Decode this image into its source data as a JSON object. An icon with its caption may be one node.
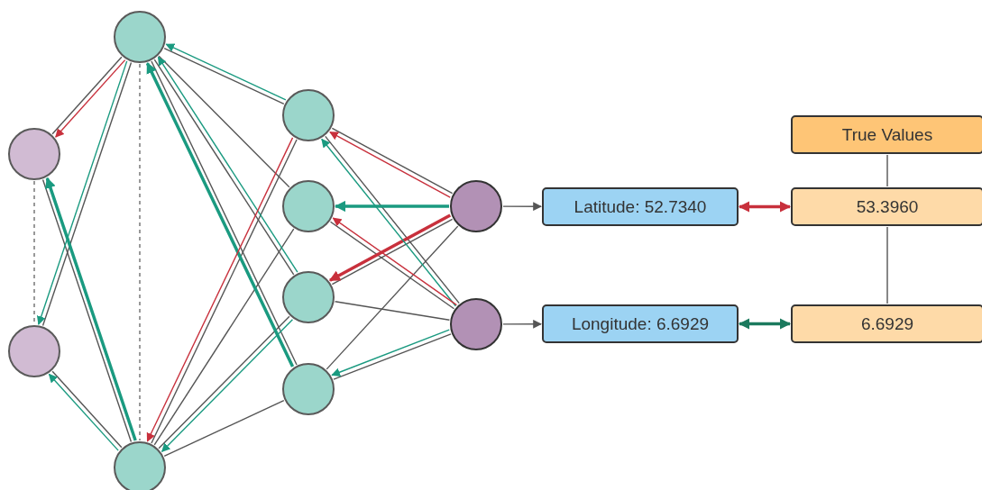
{
  "diagram": {
    "nodes": [
      {
        "text": [],
        "shape": "circle"
      },
      {
        "text": [],
        "shape": "circle"
      },
      {
        "text": [],
        "shape": "circle"
      },
      {
        "text": [],
        "shape": "circle"
      },
      {
        "text": [],
        "shape": "circle"
      },
      {
        "text": [],
        "shape": "circle"
      },
      {
        "text": [],
        "shape": "circle"
      },
      {
        "text": [],
        "shape": "circle"
      },
      {
        "text": [],
        "shape": "circle"
      },
      {
        "text": [],
        "shape": "circle"
      },
      {
        "text": [
          "Latitude: 52.7340"
        ]
      },
      {
        "text": [
          "Longitude: 6.6929"
        ]
      },
      {
        "text": [
          "True Values"
        ]
      },
      {
        "text": [
          "53.3960"
        ]
      },
      {
        "text": [
          "6.6929"
        ]
      }
    ],
    "edges": [
      {
        "from": 0,
        "to": 1,
        "arrow": "none",
        "style": "dashed"
      },
      {
        "from": 2,
        "to": 3,
        "arrow": "none",
        "style": "dashed"
      },
      {
        "from": 0,
        "to": 2,
        "arrow": "none"
      },
      {
        "from": 0,
        "to": 3,
        "arrow": "none"
      },
      {
        "from": 1,
        "to": 2,
        "arrow": "none"
      },
      {
        "from": 1,
        "to": 3,
        "arrow": "none"
      },
      {
        "from": 2,
        "to": 4,
        "arrow": "none"
      },
      {
        "from": 2,
        "to": 5,
        "arrow": "none"
      },
      {
        "from": 2,
        "to": 6,
        "arrow": "none"
      },
      {
        "from": 2,
        "to": 7,
        "arrow": "none"
      },
      {
        "from": 3,
        "to": 4,
        "arrow": "none"
      },
      {
        "from": 3,
        "to": 5,
        "arrow": "none"
      },
      {
        "from": 3,
        "to": 6,
        "arrow": "none"
      },
      {
        "from": 3,
        "to": 7,
        "arrow": "none"
      },
      {
        "from": 4,
        "to": 8,
        "arrow": "none"
      },
      {
        "from": 4,
        "to": 9,
        "arrow": "none"
      },
      {
        "from": 5,
        "to": 8,
        "arrow": "none"
      },
      {
        "from": 5,
        "to": 9,
        "arrow": "none"
      },
      {
        "from": 6,
        "to": 8,
        "arrow": "none"
      },
      {
        "from": 6,
        "to": 9,
        "arrow": "none"
      },
      {
        "from": 7,
        "to": 8,
        "arrow": "none"
      },
      {
        "from": 7,
        "to": 9,
        "arrow": "none"
      },
      {
        "from": 8,
        "to": 10,
        "arrow": "to"
      },
      {
        "from": 9,
        "to": 11,
        "arrow": "to"
      },
      {
        "from": 10,
        "to": 13,
        "arrow": "both",
        "style": "thick",
        "color": "#c8303c"
      },
      {
        "from": 11,
        "to": 14,
        "arrow": "both",
        "style": "thick",
        "color": "#1b7a5e"
      },
      {
        "from": 12,
        "to": 13,
        "arrow": "none"
      },
      {
        "from": 13,
        "to": 14,
        "arrow": "none"
      },
      {
        "from": 8,
        "to": 4,
        "arrow": "to",
        "color": "#c8303c"
      },
      {
        "from": 8,
        "to": 5,
        "arrow": "to",
        "style": "thick",
        "color": "#1a9a80"
      },
      {
        "from": 8,
        "to": 6,
        "arrow": "to",
        "style": "thick",
        "color": "#c8303c"
      },
      {
        "from": 9,
        "to": 4,
        "arrow": "to",
        "color": "#1a9a80"
      },
      {
        "from": 9,
        "to": 5,
        "arrow": "to",
        "color": "#c8303c"
      },
      {
        "from": 9,
        "to": 7,
        "arrow": "to",
        "color": "#1a9a80"
      },
      {
        "from": 4,
        "to": 2,
        "arrow": "to",
        "color": "#1a9a80"
      },
      {
        "from": 6,
        "to": 2,
        "arrow": "to",
        "color": "#1a9a80"
      },
      {
        "from": 7,
        "to": 2,
        "arrow": "to",
        "style": "thick",
        "color": "#1a9a80"
      },
      {
        "from": 4,
        "to": 3,
        "arrow": "to",
        "color": "#c8303c"
      },
      {
        "from": 6,
        "to": 3,
        "arrow": "to",
        "color": "#1a9a80"
      },
      {
        "from": 2,
        "to": 0,
        "arrow": "to",
        "color": "#c8303c"
      },
      {
        "from": 2,
        "to": 1,
        "arrow": "to",
        "color": "#1a9a80"
      },
      {
        "from": 3,
        "to": 0,
        "arrow": "to",
        "style": "thick",
        "color": "#1a9a80"
      },
      {
        "from": 3,
        "to": 1,
        "arrow": "to",
        "color": "#1a9a80"
      }
    ]
  }
}
